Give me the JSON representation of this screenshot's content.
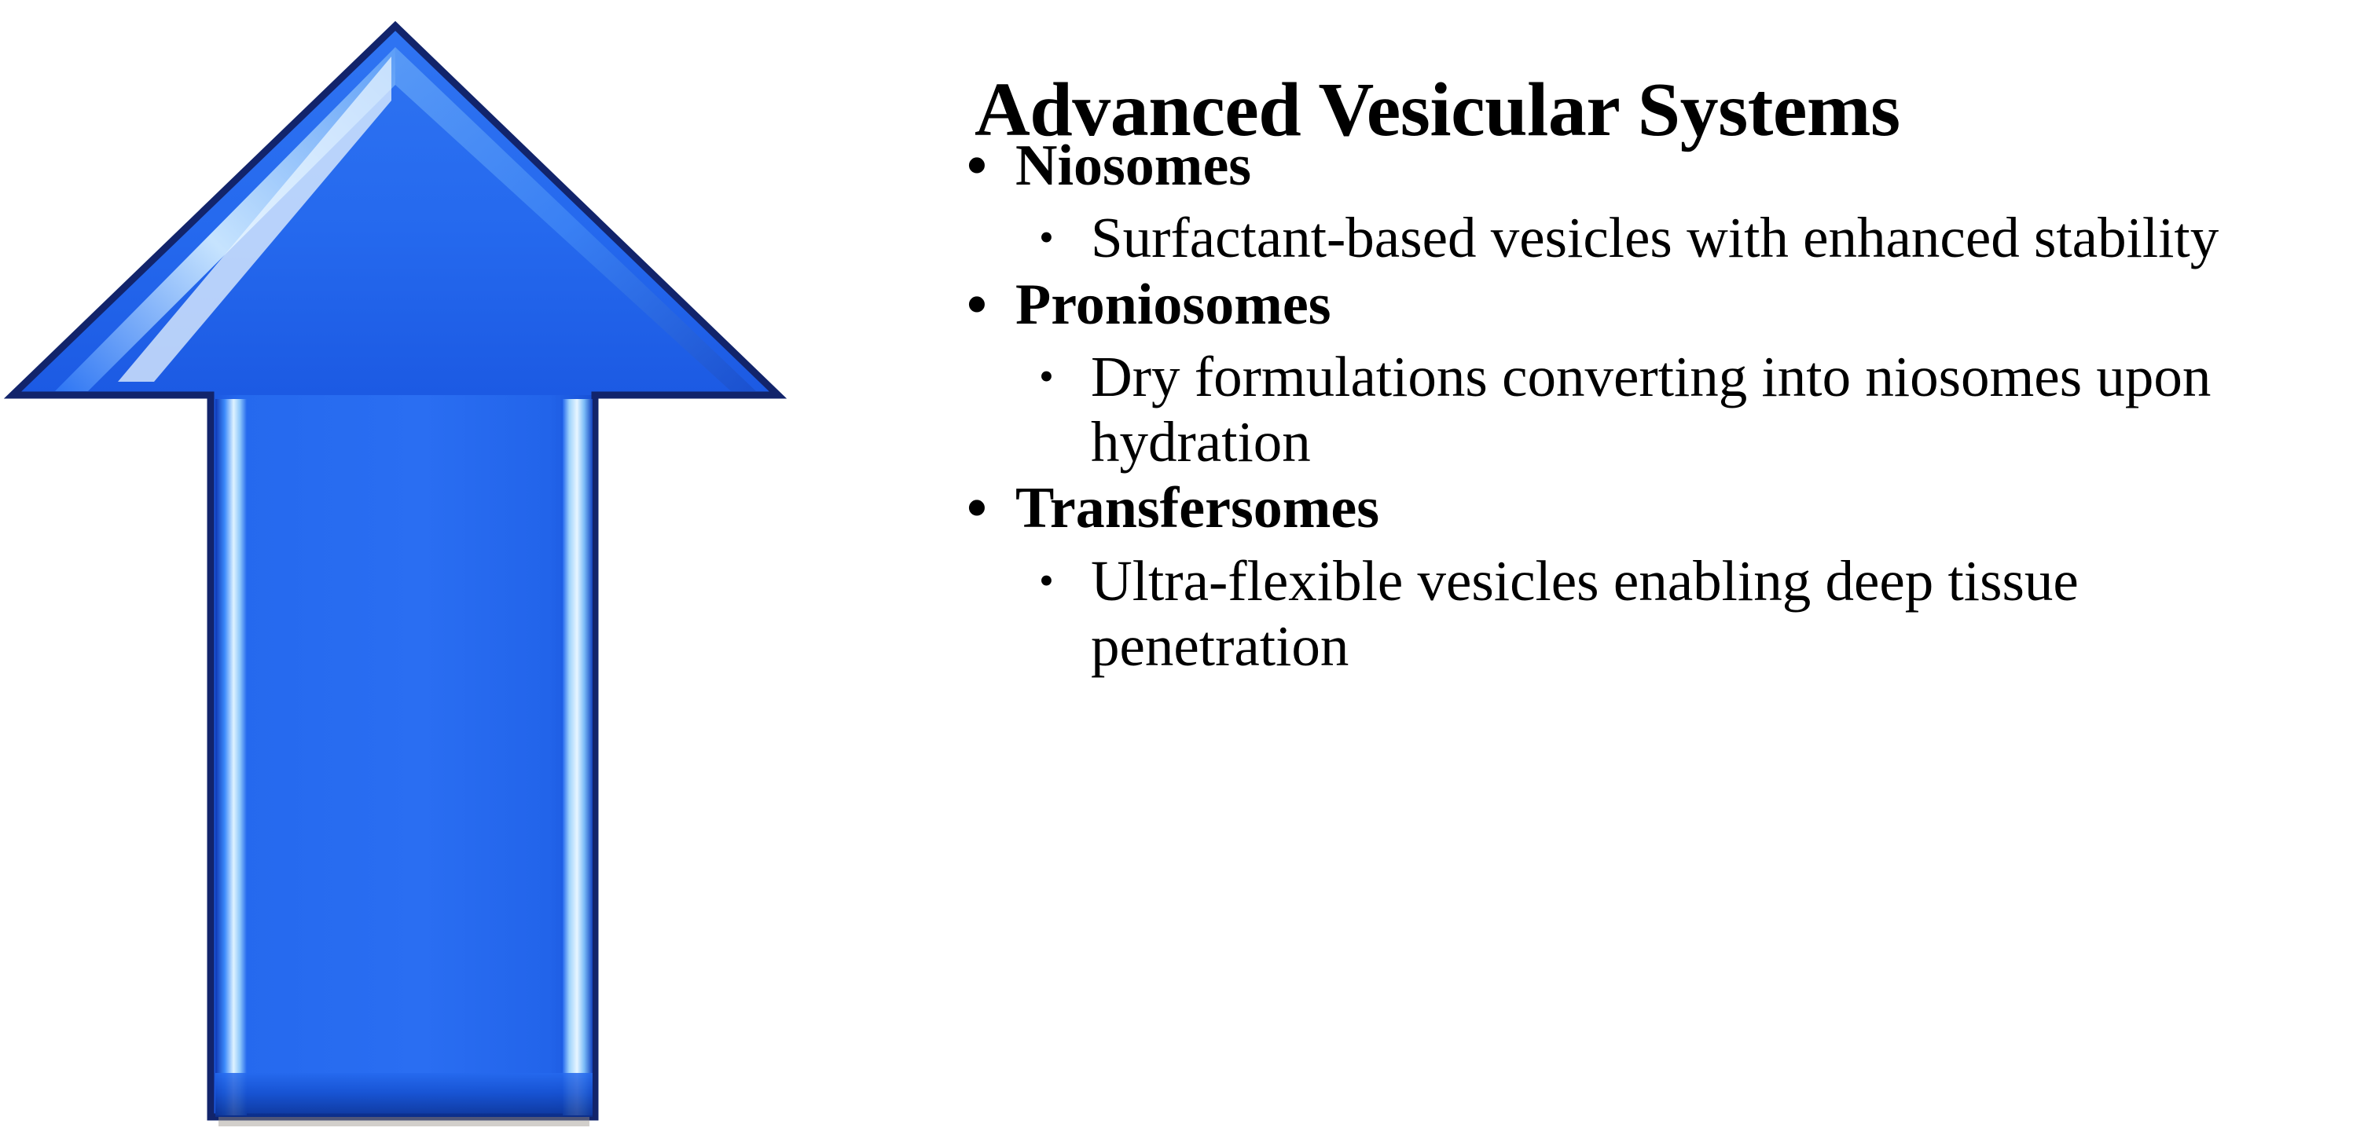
{
  "slide": {
    "background_color": "#ffffff",
    "title": "Advanced Vesicular Systems"
  },
  "graphic": {
    "name": "up-arrow",
    "direction": "up",
    "style": "3d-beveled-glossy",
    "colors": {
      "fill_main": "#2569ee",
      "fill_mid": "#1f5fe8",
      "fill_dark": "#0b3fc4",
      "outline": "#0d1f5c",
      "highlight": "#cfeafd",
      "highlight_core": "#ffffff"
    }
  },
  "bullets": {
    "level1_marker": "•",
    "level2_marker": "•",
    "items": [
      {
        "label": "Niosomes",
        "detail": "Surfactant-based vesicles with enhanced stability"
      },
      {
        "label": "Proniosomes",
        "detail": "Dry formulations converting into niosomes upon hydration"
      },
      {
        "label": "Transfersomes",
        "detail": "Ultra-flexible vesicles enabling deep tissue penetration"
      }
    ]
  }
}
